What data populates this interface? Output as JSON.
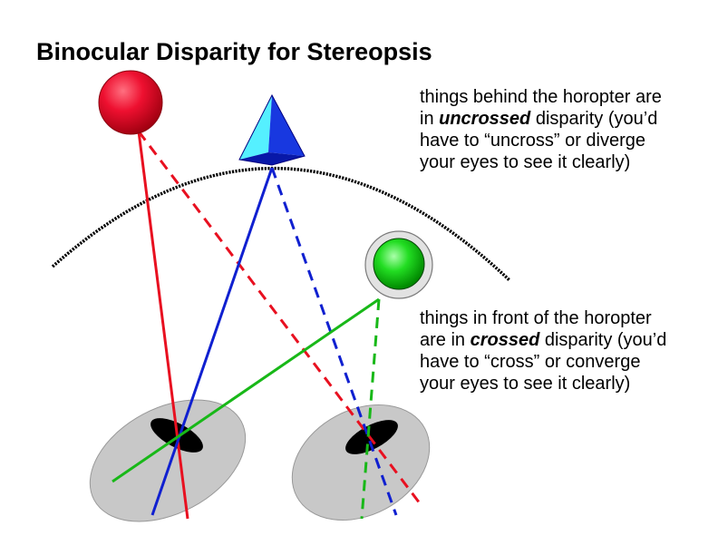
{
  "title": "Binocular Disparity for Stereopsis",
  "notes": {
    "uncrossed": {
      "line1": "things behind the horopter are",
      "pre": "in ",
      "emphasis": "uncrossed",
      "post": " disparity (you’d",
      "line3": "have to “uncross” or diverge",
      "line4": "your eyes to see it clearly)"
    },
    "crossed": {
      "line1": "things in front of the horopter",
      "pre": "are in ",
      "emphasis": "crossed",
      "post": " disparity (you’d",
      "line3": "have to “cross” or converge",
      "line4": "your eyes to see it clearly)"
    }
  },
  "colors": {
    "red_object": "#e8102a",
    "blue_object": "#1f2fd8",
    "green_object": "#18b818",
    "eye": "#c8c8c8",
    "pupil": "#000000"
  }
}
